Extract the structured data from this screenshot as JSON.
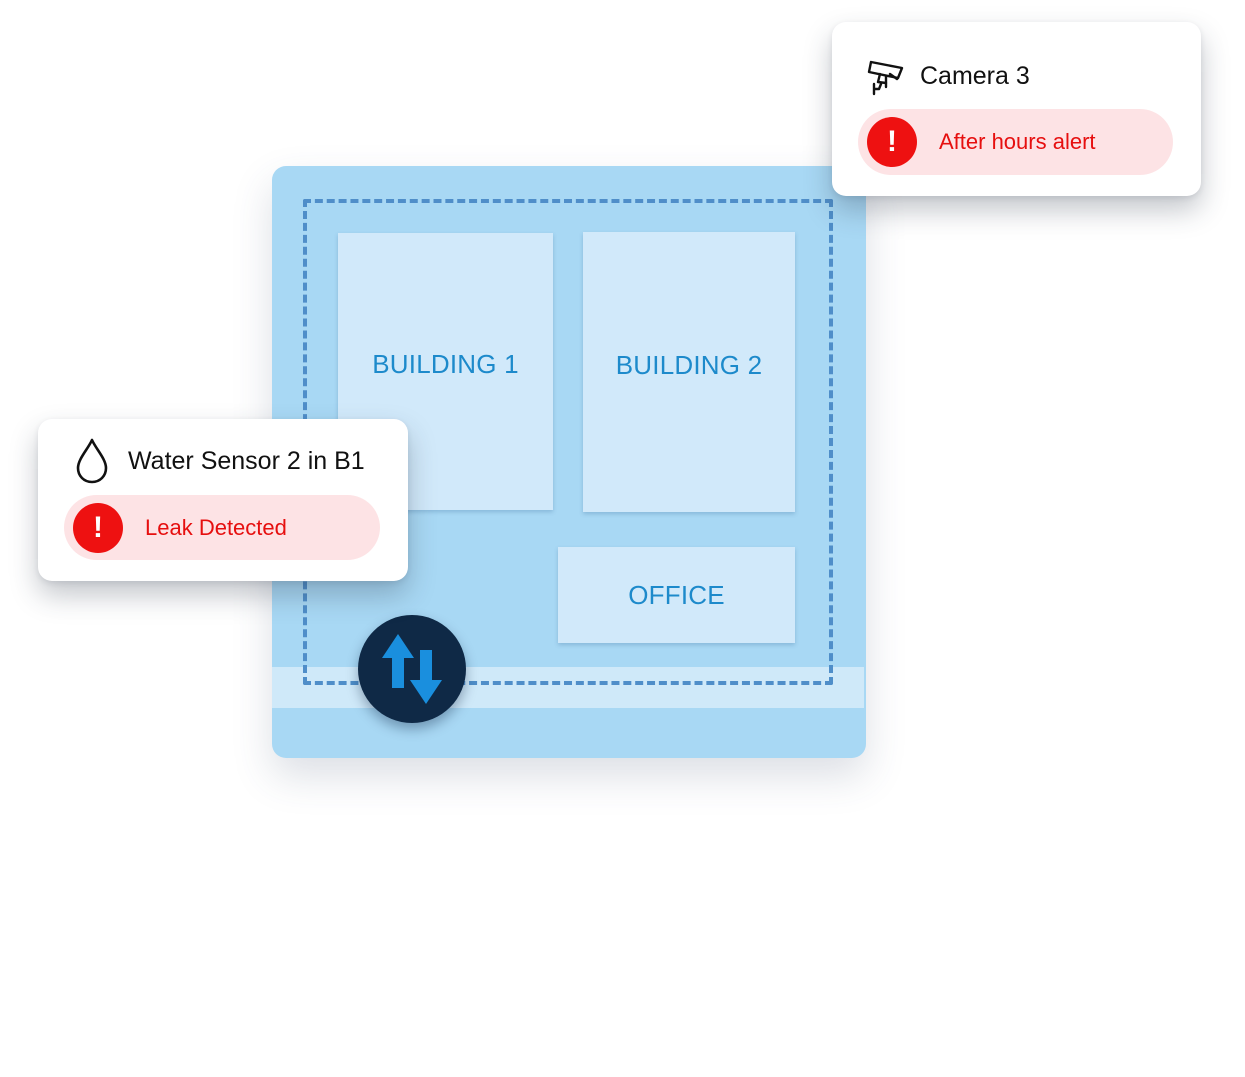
{
  "site_map": {
    "zones": {
      "building_1": "BUILDING 1",
      "building_2": "BUILDING 2",
      "office": "OFFICE"
    },
    "swap_button_icon": "swap-vertical-arrows-icon"
  },
  "camera_alert": {
    "icon": "security-camera-icon",
    "title": "Camera 3",
    "status_icon": "exclamation-icon",
    "status_symbol": "!",
    "status": "After hours alert"
  },
  "water_alert": {
    "icon": "water-drop-icon",
    "title": "Water Sensor 2 in B1",
    "status_icon": "exclamation-icon",
    "status_symbol": "!",
    "status": "Leak Detected"
  },
  "colors": {
    "site_background": "#a8d8f4",
    "zone_fill": "#d1e9fa",
    "zone_label": "#1d8acb",
    "perimeter_dash": "#4f8ec9",
    "swap_button": "#0f2946",
    "swap_arrows": "#1a8fde",
    "alert_red": "#ee1111",
    "alert_pill": "#fde3e5"
  }
}
